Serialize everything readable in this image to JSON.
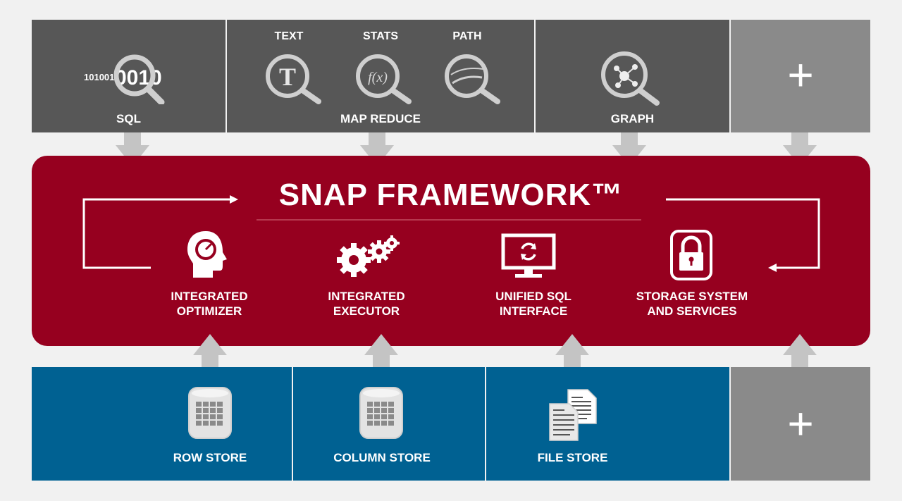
{
  "top_row": {
    "sql": {
      "label": "SQL",
      "binary_text": "101001",
      "binary_big": "0010"
    },
    "map_reduce": {
      "label": "MAP REDUCE",
      "text_label": "TEXT",
      "stats_label": "STATS",
      "path_label": "PATH",
      "text_glyph": "T",
      "stats_glyph": "f(x)"
    },
    "graph": {
      "label": "GRAPH"
    },
    "plus": "+"
  },
  "framework": {
    "title": "SNAP FRAMEWORK™",
    "components": [
      {
        "line1": "INTEGRATED",
        "line2": "OPTIMIZER",
        "icon": "head-gauge-icon"
      },
      {
        "line1": "INTEGRATED",
        "line2": "EXECUTOR",
        "icon": "gears-icon"
      },
      {
        "line1": "UNIFIED SQL",
        "line2": "INTERFACE",
        "icon": "monitor-refresh-icon"
      },
      {
        "line1": "STORAGE SYSTEM",
        "line2": "AND SERVICES",
        "icon": "lock-icon"
      }
    ]
  },
  "bottom_row": {
    "row_store": "ROW STORE",
    "column_store": "COLUMN STORE",
    "file_store": "FILE STORE",
    "plus": "+"
  },
  "colors": {
    "top_gray": "#575757",
    "plus_gray": "#8a8a8a",
    "framework_red": "#96001f",
    "store_blue": "#006192",
    "connector_gray": "#c4c4c4"
  }
}
